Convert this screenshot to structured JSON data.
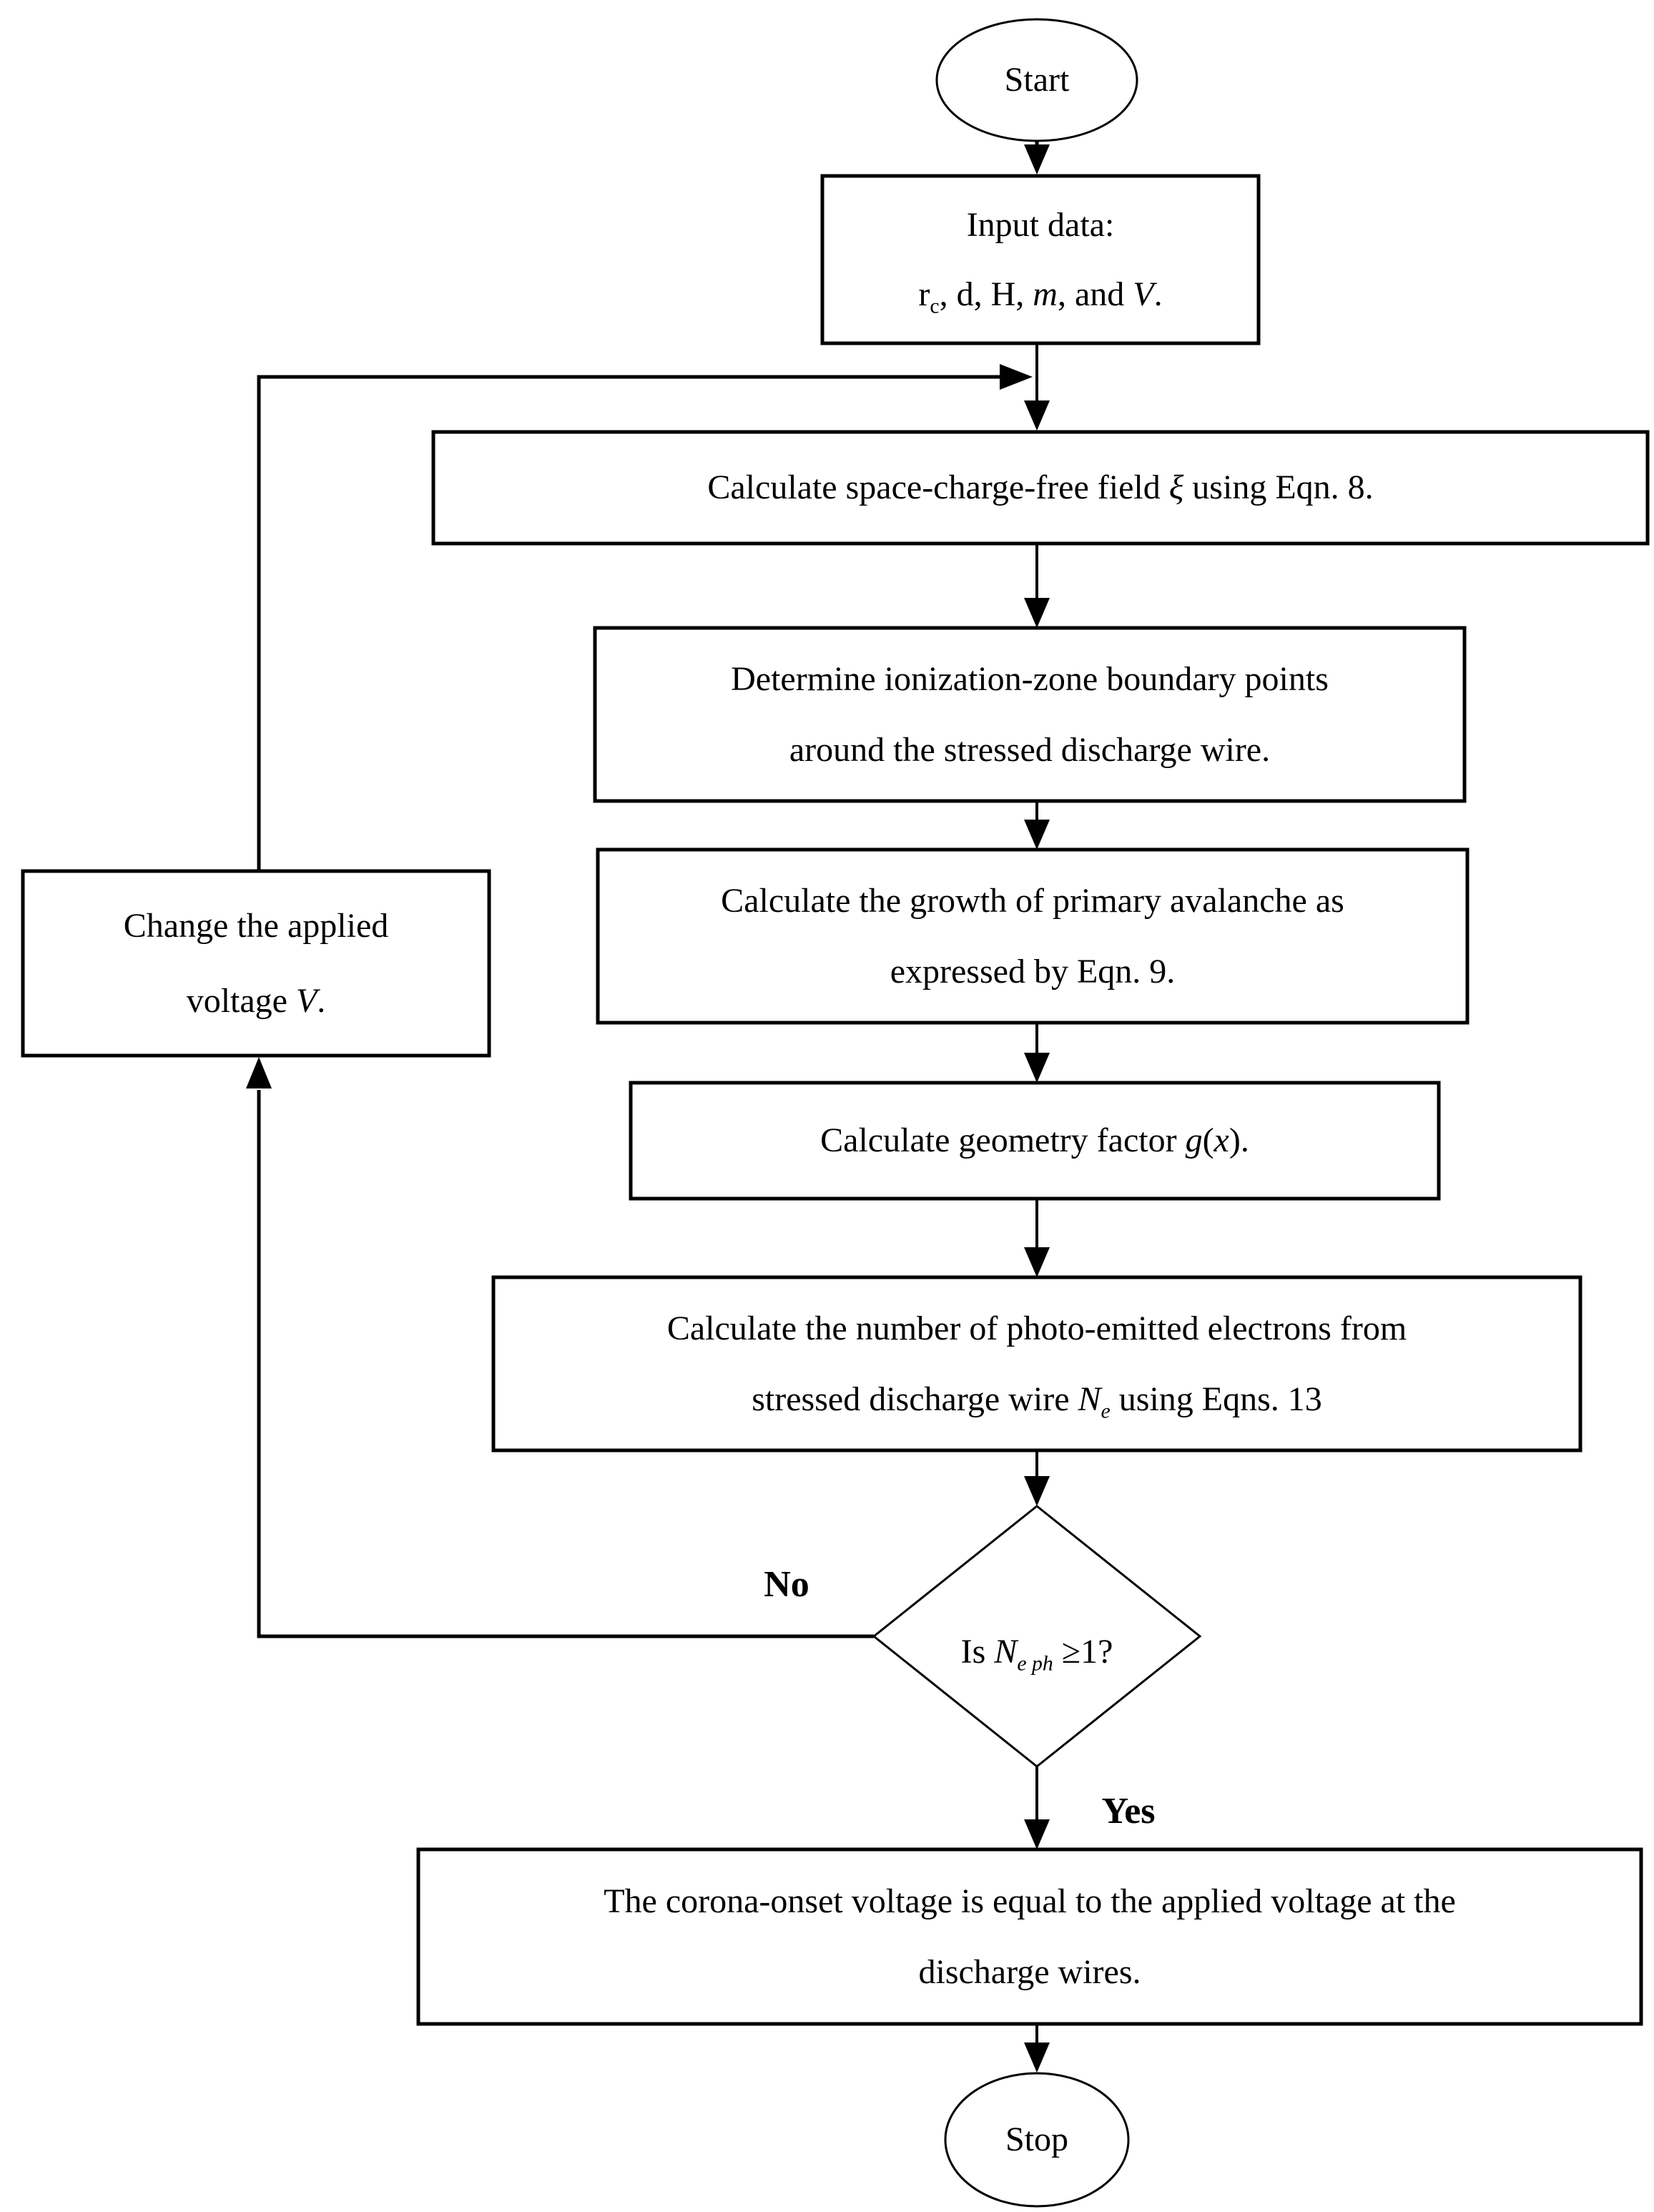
{
  "diagram": {
    "type": "flowchart",
    "colors": {
      "background": "#ffffff",
      "line": "#000000",
      "text": "#000000"
    },
    "nodes": {
      "start": {
        "shape": "ellipse",
        "label": "Start"
      },
      "input": {
        "shape": "rectangle",
        "line1": "Input data:",
        "line2_rich": [
          {
            "t": "r"
          },
          {
            "t": "c",
            "sub": true
          },
          {
            "t": ", d, H, "
          },
          {
            "t": "m",
            "i": true
          },
          {
            "t": ", and "
          },
          {
            "t": "V",
            "i": true
          },
          {
            "t": "."
          }
        ]
      },
      "calc_field": {
        "shape": "rectangle",
        "line1_rich": [
          {
            "t": "Calculate space-charge-free field "
          },
          {
            "t": "ξ",
            "i": true
          },
          {
            "t": "  using Eqn. 8."
          }
        ]
      },
      "ionization": {
        "shape": "rectangle",
        "line1": "Determine ionization-zone boundary points",
        "line2": "around the stressed discharge wire."
      },
      "avalanche": {
        "shape": "rectangle",
        "line1": "Calculate the growth of primary avalanche as",
        "line2": "expressed by Eqn. 9."
      },
      "geometry": {
        "shape": "rectangle",
        "line1_rich": [
          {
            "t": "Calculate geometry factor "
          },
          {
            "t": "g",
            "i": true
          },
          {
            "t": "("
          },
          {
            "t": "x",
            "i": true
          },
          {
            "t": ")."
          }
        ]
      },
      "photo_electrons": {
        "shape": "rectangle",
        "line1": "Calculate the number of photo-emitted electrons from",
        "line2_rich": [
          {
            "t": "stressed discharge wire "
          },
          {
            "t": "N",
            "i": true
          },
          {
            "t": "e",
            "sub": true,
            "i": true
          },
          {
            "t": " using Eqns. 13"
          }
        ]
      },
      "decision": {
        "shape": "diamond",
        "line1_rich": [
          {
            "t": "Is "
          },
          {
            "t": "N",
            "i": true
          },
          {
            "t": "e ph",
            "sub": true,
            "i": true
          },
          {
            "t": " ≥1?"
          }
        ]
      },
      "change_voltage": {
        "shape": "rectangle",
        "line1": "Change the applied",
        "line2_rich": [
          {
            "t": "voltage "
          },
          {
            "t": "V",
            "i": true
          },
          {
            "t": "."
          }
        ]
      },
      "corona": {
        "shape": "rectangle",
        "line1": "The corona-onset voltage is equal to the applied voltage at the",
        "line2": "discharge wires."
      },
      "stop": {
        "shape": "ellipse",
        "label": "Stop"
      }
    },
    "edge_labels": {
      "no": "No",
      "yes": "Yes"
    }
  }
}
